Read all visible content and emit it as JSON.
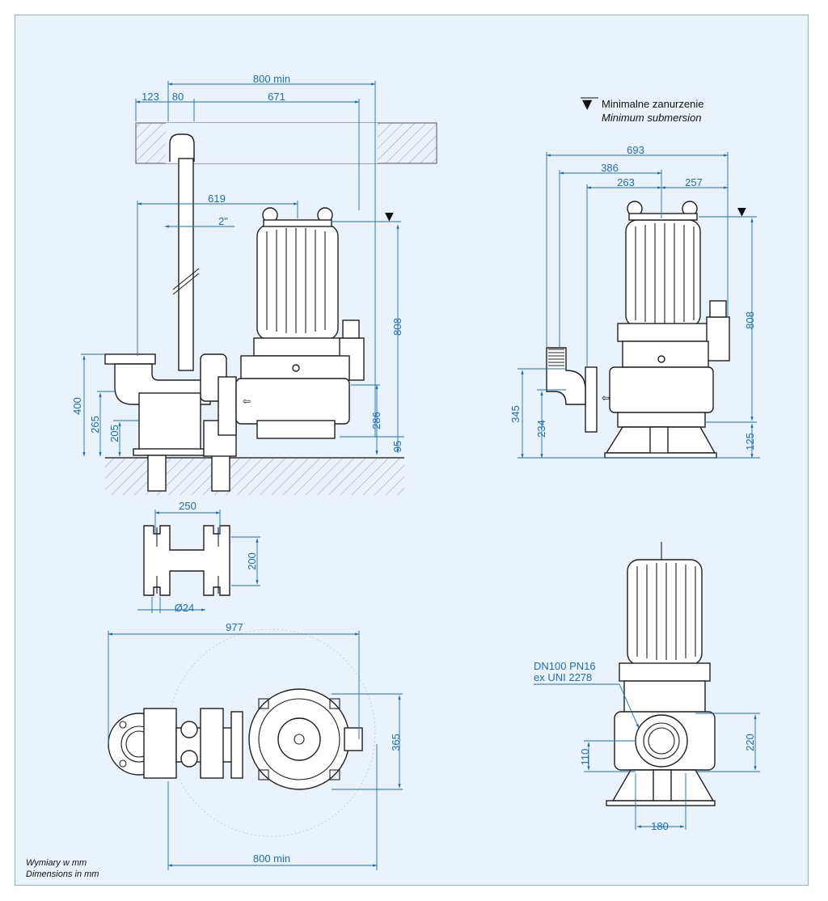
{
  "legend": {
    "submersion_pl": "Minimalne zanurzenie",
    "submersion_en": "Minimum submersion"
  },
  "notes": {
    "units_pl": "Wymiary w mm",
    "units_en": "Dimensions in mm"
  },
  "side_view": {
    "d_800_min": "800 min",
    "d_123": "123",
    "d_80": "80",
    "d_671": "671",
    "d_619": "619",
    "d_2in": "2\"",
    "d_808": "808",
    "d_400": "400",
    "d_265": "265",
    "d_205": "205",
    "d_286": "286",
    "d_95": "95"
  },
  "front_view": {
    "d_693": "693",
    "d_386": "386",
    "d_263": "263",
    "d_257": "257",
    "d_808": "808",
    "d_345": "345",
    "d_234": "234",
    "d_125": "125"
  },
  "anchor_plate": {
    "d_250": "250",
    "d_200": "200",
    "d_24": "Ø24"
  },
  "plan_view": {
    "d_977": "977",
    "d_365": "365",
    "d_800_min": "800 min"
  },
  "stand_view": {
    "flange_line1": "DN100 PN16",
    "flange_line2": "ex UNI 2278",
    "d_220": "220",
    "d_110": "110",
    "d_180": "180"
  },
  "colors": {
    "dimension": "#1a6fb5",
    "background": "#eaf3fb",
    "frame": "#88b6d8",
    "outline": "#1f1f1f"
  }
}
